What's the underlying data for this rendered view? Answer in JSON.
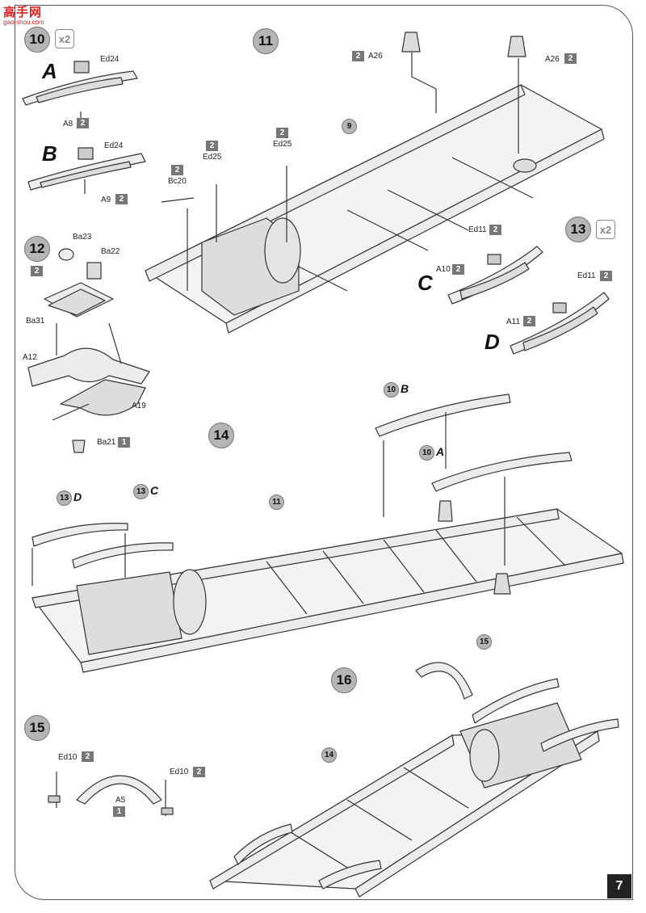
{
  "page_number": "7",
  "watermark": {
    "text": "高手网",
    "url": "gao-shou.com"
  },
  "steps": {
    "s10": "10",
    "s11": "11",
    "s12": "12",
    "s13": "13",
    "s14": "14",
    "s15": "15",
    "s16": "16",
    "times_two": "x2"
  },
  "variants": {
    "A": "A",
    "B": "B",
    "C": "C",
    "D": "D"
  },
  "refs": {
    "r9": "9",
    "r10": "10",
    "r11": "11",
    "r13": "13",
    "r14": "14",
    "r15": "15"
  },
  "parts": {
    "Ed24": "Ed24",
    "A8": "A8",
    "A9": "A9",
    "A26": "A26",
    "Ed25": "Ed25",
    "Bc20": "Bc20",
    "Ba23": "Ba23",
    "Ba22": "Ba22",
    "Ba31": "Ba31",
    "A12": "A12",
    "A19": "A19",
    "Ba21": "Ba21",
    "Ed11": "Ed11",
    "A10": "A10",
    "A11": "A11",
    "Ed10": "Ed10",
    "A5": "A5"
  },
  "sprues": {
    "one": "1",
    "two": "2"
  }
}
